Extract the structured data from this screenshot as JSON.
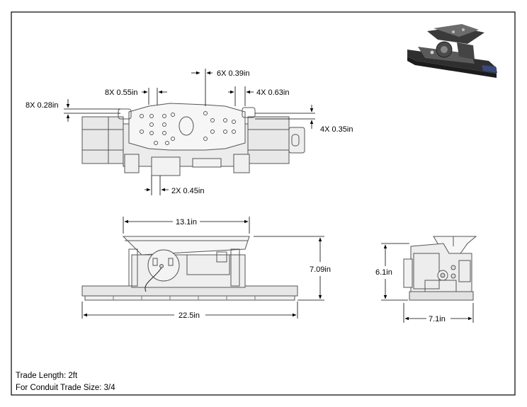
{
  "dimensions": {
    "top_holes_6x": "6X 0.39in",
    "top_holes_8x_spacing": "8X 0.55in",
    "top_holes_4x_spacing": "4X 0.63in",
    "left_offset_8x": "8X 0.28in",
    "right_offset_4x": "4X 0.35in",
    "bottom_holes_2x": "2X 0.45in",
    "front_plate_width": "13.1in",
    "front_height": "7.09in",
    "overall_length": "22.5in",
    "side_height": "6.1in",
    "side_width": "7.1in"
  },
  "notes": {
    "trade_length": "Trade Length: 2ft",
    "conduit_size": "For Conduit Trade Size: 3/4"
  },
  "colors": {
    "line": "#000000",
    "outline": "#555555",
    "body_fill": "#e6e6e6",
    "plate_fill": "#f4f4f4",
    "iso_dark": "#2f2f2f",
    "iso_mid": "#5a5a5a",
    "iso_accent": "#3a4a7a"
  }
}
